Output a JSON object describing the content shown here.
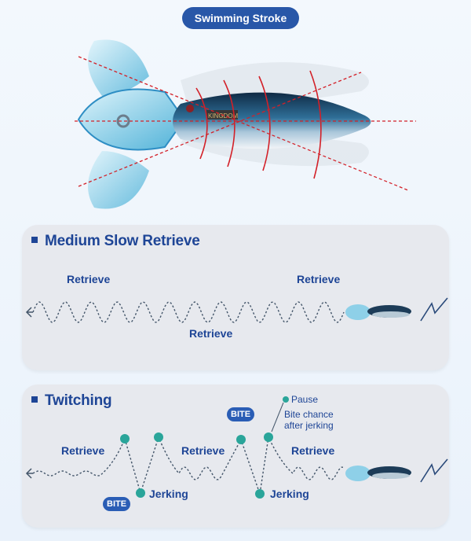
{
  "header": {
    "title": "Swimming Stroke"
  },
  "lure_brand": "KINGDOM",
  "panels": {
    "medium": {
      "title": "Medium Slow Retrieve",
      "labels": [
        "Retrieve",
        "Retrieve",
        "Retrieve"
      ]
    },
    "twitching": {
      "title": "Twitching",
      "labels": {
        "retrieve_1": "Retrieve",
        "retrieve_2": "Retrieve",
        "retrieve_3": "Retrieve",
        "jerking_1": "Jerking",
        "jerking_2": "Jerking",
        "bite_1": "BITE",
        "bite_2": "BITE",
        "pause": "Pause",
        "bite_chance_line1": "Bite chance",
        "bite_chance_line2": "after jerking"
      }
    }
  },
  "colors": {
    "accent_blue": "#1e4596",
    "pill_blue": "#2857a8",
    "teal_dot": "#2aa59a",
    "panel_bg": "#e7e9ee"
  }
}
